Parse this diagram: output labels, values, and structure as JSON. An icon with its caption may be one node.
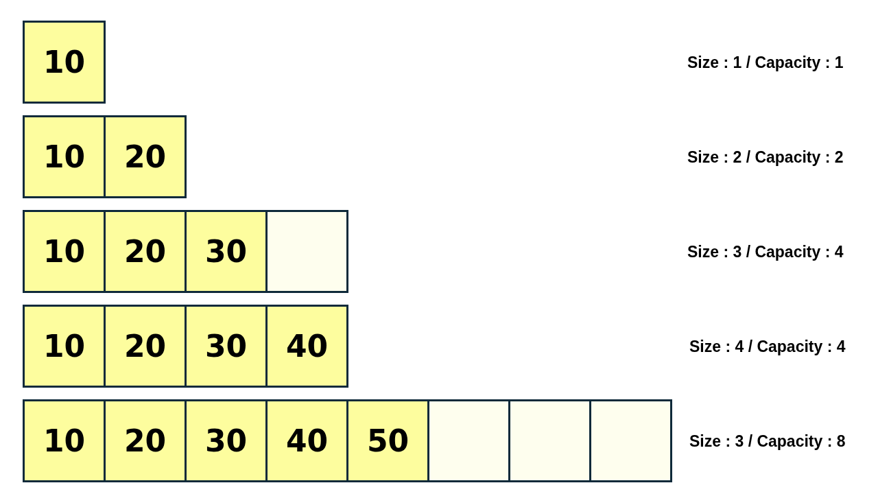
{
  "diagram": {
    "nodes": [
      {
        "text": [
          "10"
        ]
      },
      {
        "text": [
          "10"
        ]
      },
      {
        "text": [
          "20"
        ]
      },
      {
        "text": [
          "10"
        ]
      },
      {
        "text": [
          "20"
        ]
      },
      {
        "text": [
          "30"
        ]
      },
      {
        "text": [],
        "shape": "box"
      },
      {
        "text": [
          "10"
        ]
      },
      {
        "text": [
          "20"
        ]
      },
      {
        "text": [
          "30"
        ]
      },
      {
        "text": [
          "40"
        ]
      },
      {
        "text": [
          "10"
        ]
      },
      {
        "text": [
          "20"
        ]
      },
      {
        "text": [
          "30"
        ]
      },
      {
        "text": [
          "40"
        ]
      },
      {
        "text": [
          "50"
        ]
      },
      {
        "text": [],
        "shape": "box"
      },
      {
        "text": [],
        "shape": "box"
      },
      {
        "text": [],
        "shape": "box"
      }
    ],
    "labels": [
      "Size : 1 / Capacity : 1",
      "Size : 2 / Capacity : 2",
      "Size : 3 / Capacity : 4",
      "Size : 4 / Capacity : 4",
      "Size : 3 / Capacity : 8"
    ]
  }
}
